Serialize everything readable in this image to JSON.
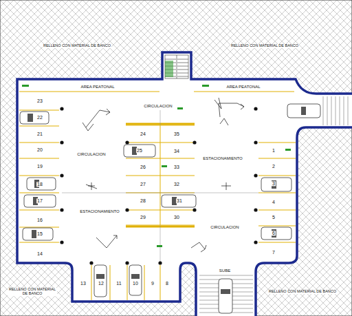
{
  "diagram": {
    "labels": [
      "RELLENO CON MATERIAL DE BANCO",
      "RELLENO CON MATERIAL DE BANCO",
      "AREA PEATONAL",
      "AREA PEATONAL",
      "CIRCULACION",
      "CIRCULACION",
      "ESTACIONAMIENTO",
      "ESTACIONAMIENTO",
      "CIRCULACION",
      "SUBE",
      "RELLENO CON MATERIAL DE BANCO",
      "RELLENO CON MATERIAL DE BANCO",
      "23",
      "22",
      "21",
      "20",
      "19",
      "18",
      "17",
      "16",
      "15",
      "14",
      "24",
      "25",
      "26",
      "27",
      "28",
      "29",
      "35",
      "34",
      "33",
      "32",
      "31",
      "30",
      "1",
      "2",
      "3",
      "4",
      "5",
      "6",
      "7",
      "13",
      "12",
      "11",
      "10",
      "9",
      "8"
    ]
  }
}
